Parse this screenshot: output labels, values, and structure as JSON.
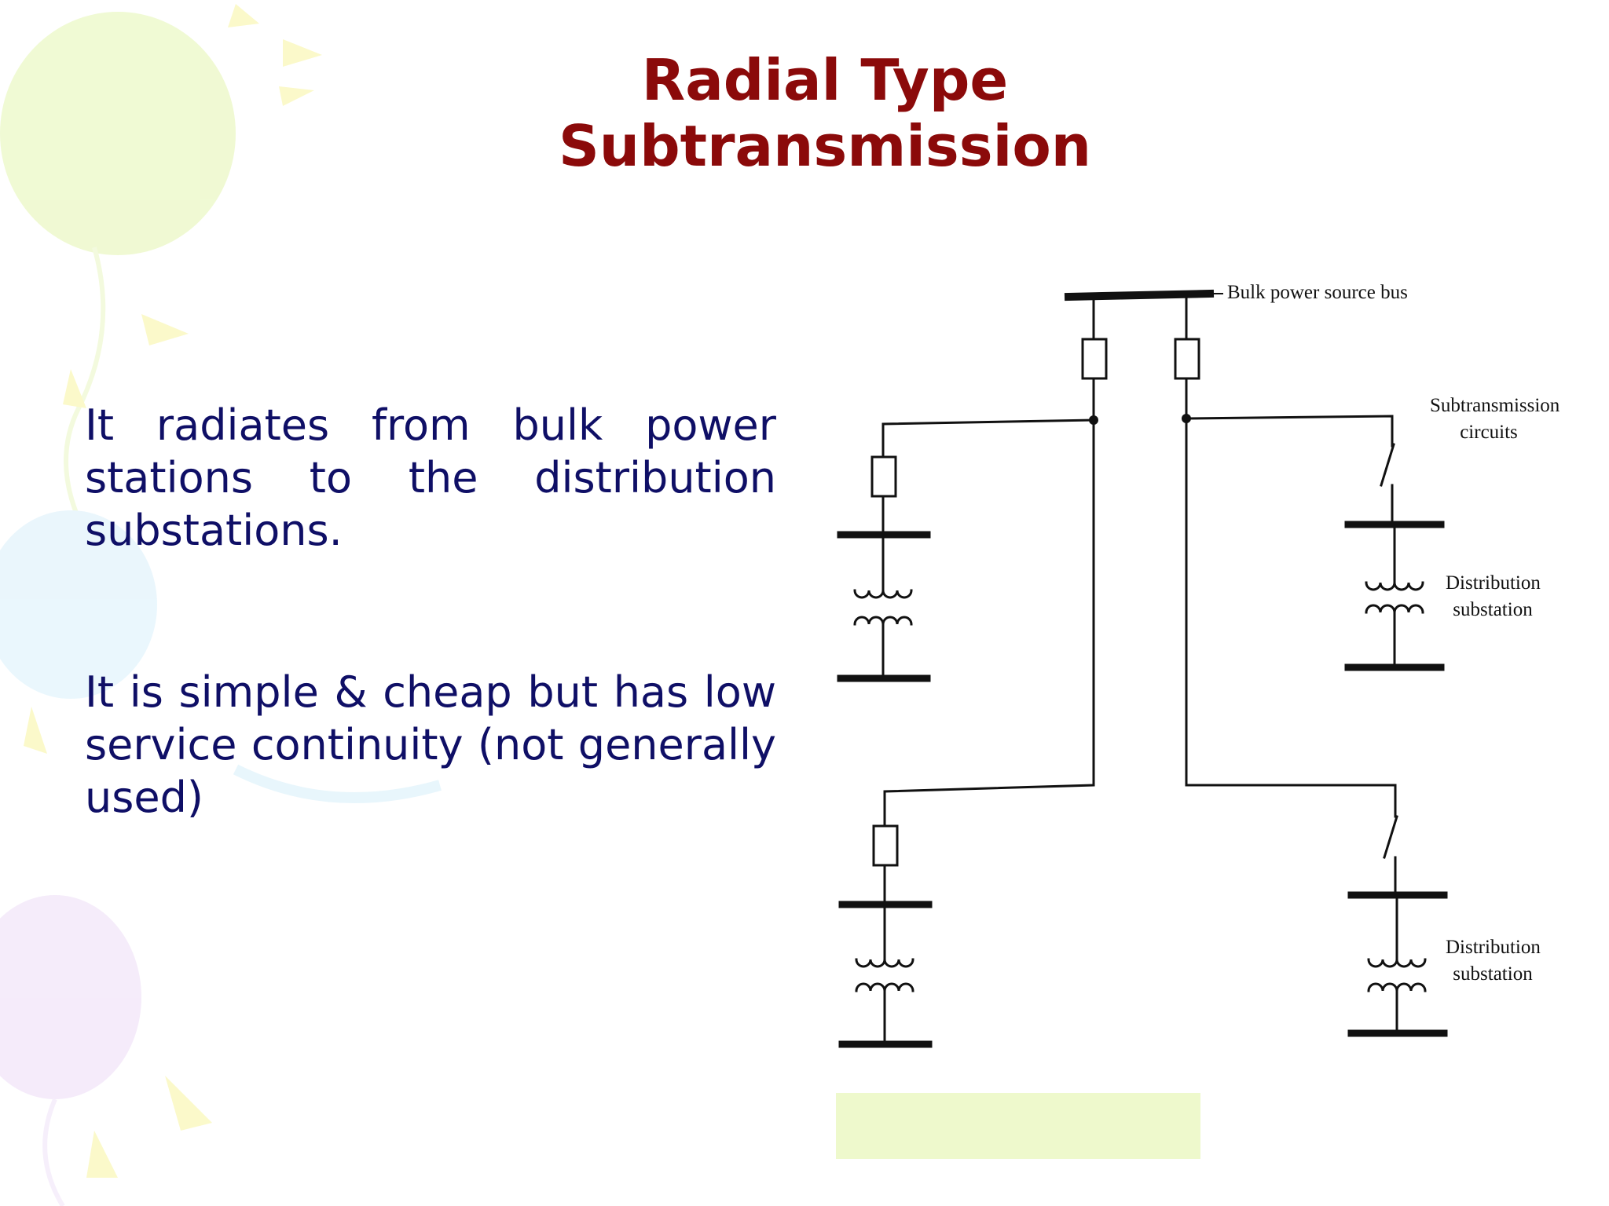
{
  "slide": {
    "title_line1": "Radial Type",
    "title_line2": "Subtransmission",
    "bullets": [
      "It radiates from bulk power stations to the distribution substations.",
      "It is simple & cheap but has low service continuity (not generally used)"
    ]
  },
  "diagram": {
    "bus_label": "Bulk power source bus",
    "subtransmission_label_line1": "Subtransmission",
    "subtransmission_label_line2": "circuits",
    "substation_label_line1": "Distribution",
    "substation_label_line2": "substation"
  },
  "colors": {
    "title": "#8b0a0a",
    "body_text": "#0f0f66",
    "highlight": "#eef9cc"
  }
}
